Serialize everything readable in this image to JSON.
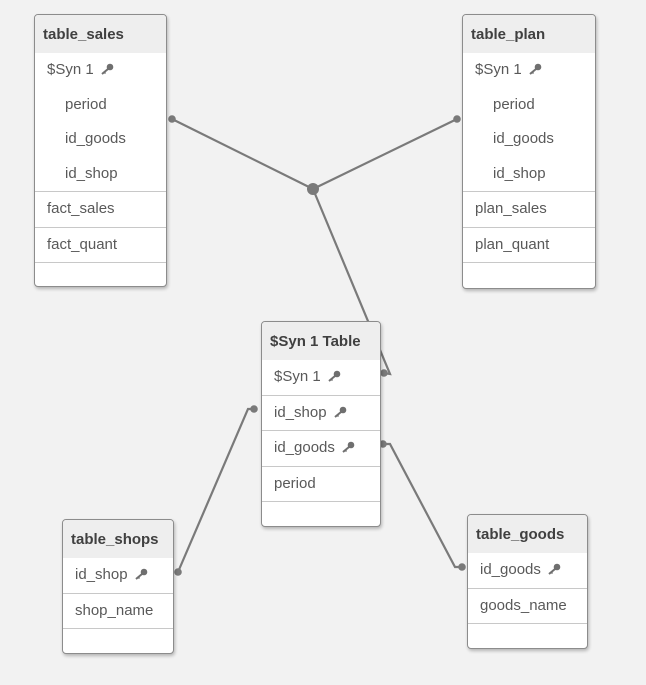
{
  "tables": {
    "table_sales": {
      "title": "table_sales",
      "synkey": "$Syn 1",
      "synfields": [
        "period",
        "id_goods",
        "id_shop"
      ],
      "fields": [
        "fact_sales",
        "fact_quant"
      ]
    },
    "table_plan": {
      "title": "table_plan",
      "synkey": "$Syn 1",
      "synfields": [
        "period",
        "id_goods",
        "id_shop"
      ],
      "fields": [
        "plan_sales",
        "plan_quant"
      ]
    },
    "syn_table": {
      "title": "$Syn 1 Table",
      "keyfields": [
        "$Syn 1",
        "id_shop",
        "id_goods"
      ],
      "fields": [
        "period"
      ]
    },
    "table_shops": {
      "title": "table_shops",
      "keyfields": [
        "id_shop"
      ],
      "fields": [
        "shop_name"
      ]
    },
    "table_goods": {
      "title": "table_goods",
      "keyfields": [
        "id_goods"
      ],
      "fields": [
        "goods_name"
      ]
    }
  },
  "icons": {
    "key": "key-icon"
  },
  "colors": {
    "link": "#7a7a7a",
    "border": "#8c8c8c",
    "header": "#eeeeee",
    "canvas": "#f2f2f2"
  }
}
